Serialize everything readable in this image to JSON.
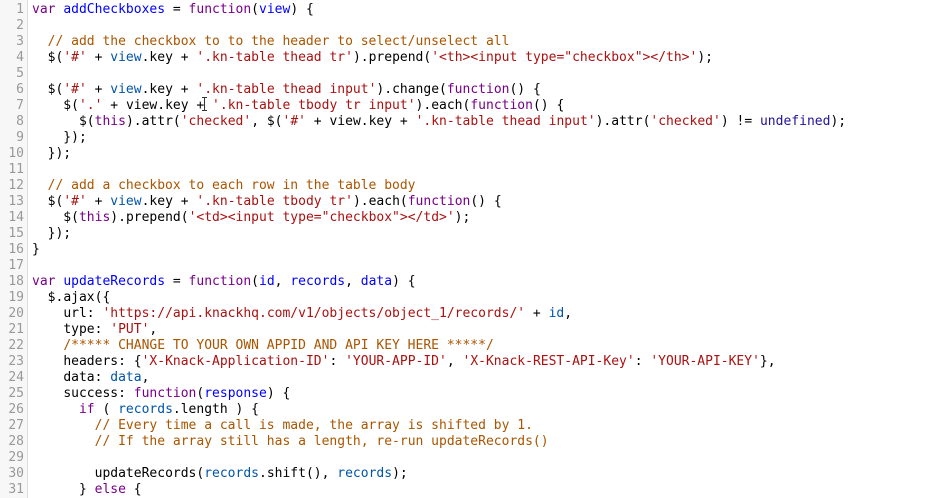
{
  "editor": {
    "lines": [
      {
        "n": "1",
        "tokens": [
          [
            "kw",
            "var"
          ],
          [
            "plain",
            " "
          ],
          [
            "def",
            "addCheckboxes"
          ],
          [
            "plain",
            " = "
          ],
          [
            "kw",
            "function"
          ],
          [
            "plain",
            "("
          ],
          [
            "def",
            "view"
          ],
          [
            "plain",
            ") {"
          ]
        ]
      },
      {
        "n": "2",
        "tokens": []
      },
      {
        "n": "3",
        "tokens": [
          [
            "plain",
            "  "
          ],
          [
            "com",
            "// add the checkbox to to the header to select/unselect all"
          ]
        ]
      },
      {
        "n": "4",
        "tokens": [
          [
            "plain",
            "  $("
          ],
          [
            "str",
            "'#'"
          ],
          [
            "plain",
            " + "
          ],
          [
            "var",
            "view"
          ],
          [
            "plain",
            "."
          ],
          [
            "prop",
            "key"
          ],
          [
            "plain",
            " + "
          ],
          [
            "str",
            "'.kn-table thead tr'"
          ],
          [
            "plain",
            ")."
          ],
          [
            "prop",
            "prepend"
          ],
          [
            "plain",
            "("
          ],
          [
            "str",
            "'<th><input type=\"checkbox\"></th>'"
          ],
          [
            "plain",
            ");"
          ]
        ]
      },
      {
        "n": "5",
        "tokens": []
      },
      {
        "n": "6",
        "tokens": [
          [
            "plain",
            "  $("
          ],
          [
            "str",
            "'#'"
          ],
          [
            "plain",
            " + "
          ],
          [
            "var",
            "view"
          ],
          [
            "plain",
            "."
          ],
          [
            "prop",
            "key"
          ],
          [
            "plain",
            " + "
          ],
          [
            "str",
            "'.kn-table thead input'"
          ],
          [
            "plain",
            ")."
          ],
          [
            "prop",
            "change"
          ],
          [
            "plain",
            "("
          ],
          [
            "kw",
            "function"
          ],
          [
            "plain",
            "() {"
          ]
        ]
      },
      {
        "n": "7",
        "tokens": [
          [
            "plain",
            "    $("
          ],
          [
            "str",
            "'.'"
          ],
          [
            "plain",
            " + "
          ],
          [
            "prop",
            "view"
          ],
          [
            "plain",
            "."
          ],
          [
            "prop",
            "key"
          ],
          [
            "plain",
            " + "
          ],
          [
            "str",
            "'.kn-table tbody tr input'"
          ],
          [
            "plain",
            ")."
          ],
          [
            "prop",
            "each"
          ],
          [
            "plain",
            "("
          ],
          [
            "kw",
            "function"
          ],
          [
            "plain",
            "() {"
          ]
        ]
      },
      {
        "n": "8",
        "tokens": [
          [
            "plain",
            "      $("
          ],
          [
            "kw",
            "this"
          ],
          [
            "plain",
            ")."
          ],
          [
            "prop",
            "attr"
          ],
          [
            "plain",
            "("
          ],
          [
            "str",
            "'checked'"
          ],
          [
            "plain",
            ", $("
          ],
          [
            "str",
            "'#'"
          ],
          [
            "plain",
            " + "
          ],
          [
            "prop",
            "view"
          ],
          [
            "plain",
            "."
          ],
          [
            "prop",
            "key"
          ],
          [
            "plain",
            " + "
          ],
          [
            "str",
            "'.kn-table thead input'"
          ],
          [
            "plain",
            ")."
          ],
          [
            "prop",
            "attr"
          ],
          [
            "plain",
            "("
          ],
          [
            "str",
            "'checked'"
          ],
          [
            "plain",
            ") != "
          ],
          [
            "atom",
            "undefined"
          ],
          [
            "plain",
            ");"
          ]
        ]
      },
      {
        "n": "9",
        "tokens": [
          [
            "plain",
            "    });"
          ]
        ]
      },
      {
        "n": "10",
        "tokens": [
          [
            "plain",
            "  });"
          ]
        ]
      },
      {
        "n": "11",
        "tokens": []
      },
      {
        "n": "12",
        "tokens": [
          [
            "plain",
            "  "
          ],
          [
            "com",
            "// add a checkbox to each row in the table body"
          ]
        ]
      },
      {
        "n": "13",
        "tokens": [
          [
            "plain",
            "  $("
          ],
          [
            "str",
            "'#'"
          ],
          [
            "plain",
            " + "
          ],
          [
            "var",
            "view"
          ],
          [
            "plain",
            "."
          ],
          [
            "prop",
            "key"
          ],
          [
            "plain",
            " + "
          ],
          [
            "str",
            "'.kn-table tbody tr'"
          ],
          [
            "plain",
            ")."
          ],
          [
            "prop",
            "each"
          ],
          [
            "plain",
            "("
          ],
          [
            "kw",
            "function"
          ],
          [
            "plain",
            "() {"
          ]
        ]
      },
      {
        "n": "14",
        "tokens": [
          [
            "plain",
            "    $("
          ],
          [
            "kw",
            "this"
          ],
          [
            "plain",
            ")."
          ],
          [
            "prop",
            "prepend"
          ],
          [
            "plain",
            "("
          ],
          [
            "str",
            "'<td><input type=\"checkbox\"></td>'"
          ],
          [
            "plain",
            ");"
          ]
        ]
      },
      {
        "n": "15",
        "tokens": [
          [
            "plain",
            "  });"
          ]
        ]
      },
      {
        "n": "16",
        "tokens": [
          [
            "plain",
            "}"
          ]
        ]
      },
      {
        "n": "17",
        "tokens": []
      },
      {
        "n": "18",
        "tokens": [
          [
            "kw",
            "var"
          ],
          [
            "plain",
            " "
          ],
          [
            "def",
            "updateRecords"
          ],
          [
            "plain",
            " = "
          ],
          [
            "kw",
            "function"
          ],
          [
            "plain",
            "("
          ],
          [
            "def",
            "id"
          ],
          [
            "plain",
            ", "
          ],
          [
            "def",
            "records"
          ],
          [
            "plain",
            ", "
          ],
          [
            "def",
            "data"
          ],
          [
            "plain",
            ") {"
          ]
        ]
      },
      {
        "n": "19",
        "tokens": [
          [
            "plain",
            "  $."
          ],
          [
            "prop",
            "ajax"
          ],
          [
            "plain",
            "({"
          ]
        ]
      },
      {
        "n": "20",
        "tokens": [
          [
            "plain",
            "    "
          ],
          [
            "prop",
            "url"
          ],
          [
            "plain",
            ": "
          ],
          [
            "str",
            "'https://api.knackhq.com/v1/objects/object_1/records/'"
          ],
          [
            "plain",
            " + "
          ],
          [
            "var",
            "id"
          ],
          [
            "plain",
            ","
          ]
        ]
      },
      {
        "n": "21",
        "tokens": [
          [
            "plain",
            "    "
          ],
          [
            "prop",
            "type"
          ],
          [
            "plain",
            ": "
          ],
          [
            "str",
            "'PUT'"
          ],
          [
            "plain",
            ","
          ]
        ]
      },
      {
        "n": "22",
        "tokens": [
          [
            "plain",
            "    "
          ],
          [
            "com",
            "/***** CHANGE TO YOUR OWN APPID AND API KEY HERE *****/"
          ]
        ]
      },
      {
        "n": "23",
        "tokens": [
          [
            "plain",
            "    "
          ],
          [
            "prop",
            "headers"
          ],
          [
            "plain",
            ": {"
          ],
          [
            "str",
            "'X-Knack-Application-ID'"
          ],
          [
            "plain",
            ": "
          ],
          [
            "str",
            "'YOUR-APP-ID'"
          ],
          [
            "plain",
            ", "
          ],
          [
            "str",
            "'X-Knack-REST-API-Key'"
          ],
          [
            "plain",
            ": "
          ],
          [
            "str",
            "'YOUR-API-KEY'"
          ],
          [
            "plain",
            "},"
          ]
        ]
      },
      {
        "n": "24",
        "tokens": [
          [
            "plain",
            "    "
          ],
          [
            "prop",
            "data"
          ],
          [
            "plain",
            ": "
          ],
          [
            "var",
            "data"
          ],
          [
            "plain",
            ","
          ]
        ]
      },
      {
        "n": "25",
        "tokens": [
          [
            "plain",
            "    "
          ],
          [
            "prop",
            "success"
          ],
          [
            "plain",
            ": "
          ],
          [
            "kw",
            "function"
          ],
          [
            "plain",
            "("
          ],
          [
            "def",
            "response"
          ],
          [
            "plain",
            ") {"
          ]
        ]
      },
      {
        "n": "26",
        "tokens": [
          [
            "plain",
            "      "
          ],
          [
            "kw",
            "if"
          ],
          [
            "plain",
            " ( "
          ],
          [
            "var",
            "records"
          ],
          [
            "plain",
            "."
          ],
          [
            "prop",
            "length"
          ],
          [
            "plain",
            " ) {"
          ]
        ]
      },
      {
        "n": "27",
        "tokens": [
          [
            "plain",
            "        "
          ],
          [
            "com",
            "// Every time a call is made, the array is shifted by 1."
          ]
        ]
      },
      {
        "n": "28",
        "tokens": [
          [
            "plain",
            "        "
          ],
          [
            "com",
            "// If the array still has a length, re-run updateRecords()"
          ]
        ]
      },
      {
        "n": "29",
        "tokens": []
      },
      {
        "n": "30",
        "tokens": [
          [
            "plain",
            "        "
          ],
          [
            "prop",
            "updateRecords"
          ],
          [
            "plain",
            "("
          ],
          [
            "var",
            "records"
          ],
          [
            "plain",
            "."
          ],
          [
            "prop",
            "shift"
          ],
          [
            "plain",
            "(), "
          ],
          [
            "var",
            "records"
          ],
          [
            "plain",
            ");"
          ]
        ]
      },
      {
        "n": "31",
        "tokens": [
          [
            "plain",
            "      } "
          ],
          [
            "kw",
            "else"
          ],
          [
            "plain",
            " {"
          ]
        ]
      }
    ]
  }
}
